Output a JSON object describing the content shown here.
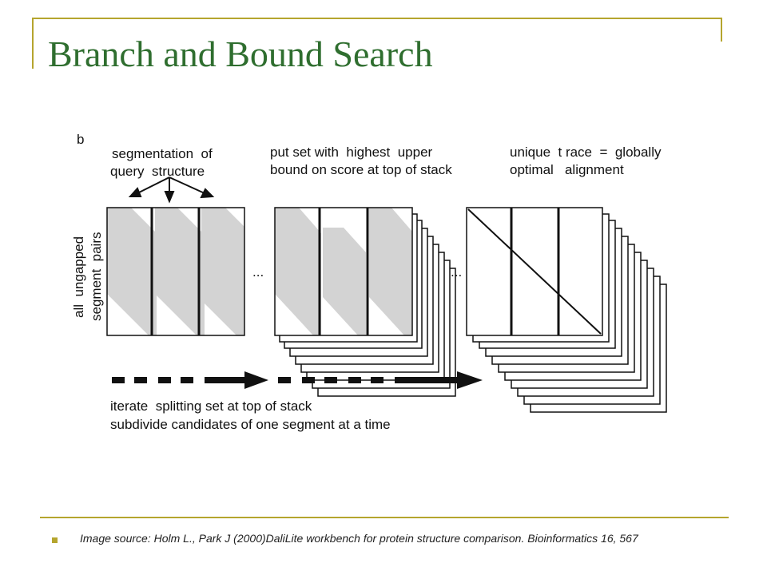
{
  "slide": {
    "title": "Branch and Bound Search",
    "caption": "Image source: Holm L., Park J (2000)DaliLite workbench for protein structure comparison. Bioinformatics 16, 567"
  },
  "figure": {
    "panel_letter": "b",
    "seg_label_1": "segmentation  of",
    "seg_label_2": "query  structure",
    "stack_label_1": "put set with  highest  upper",
    "stack_label_2": "bound on score at top of stack",
    "trace_label_1": "unique  t race  =  globally",
    "trace_label_2": "optimal   alignment",
    "vertical_label_1": "all  ungapped",
    "vertical_label_2": "segment  pairs",
    "ellipsis": "...",
    "iterate_label_1": "iterate  splitting set at top of stack",
    "iterate_label_2": "subdivide candidates of one segment at a time"
  },
  "colors": {
    "title": "#2f6e2f",
    "frame": "#b5a52e",
    "shading": "#d3d3d3"
  }
}
